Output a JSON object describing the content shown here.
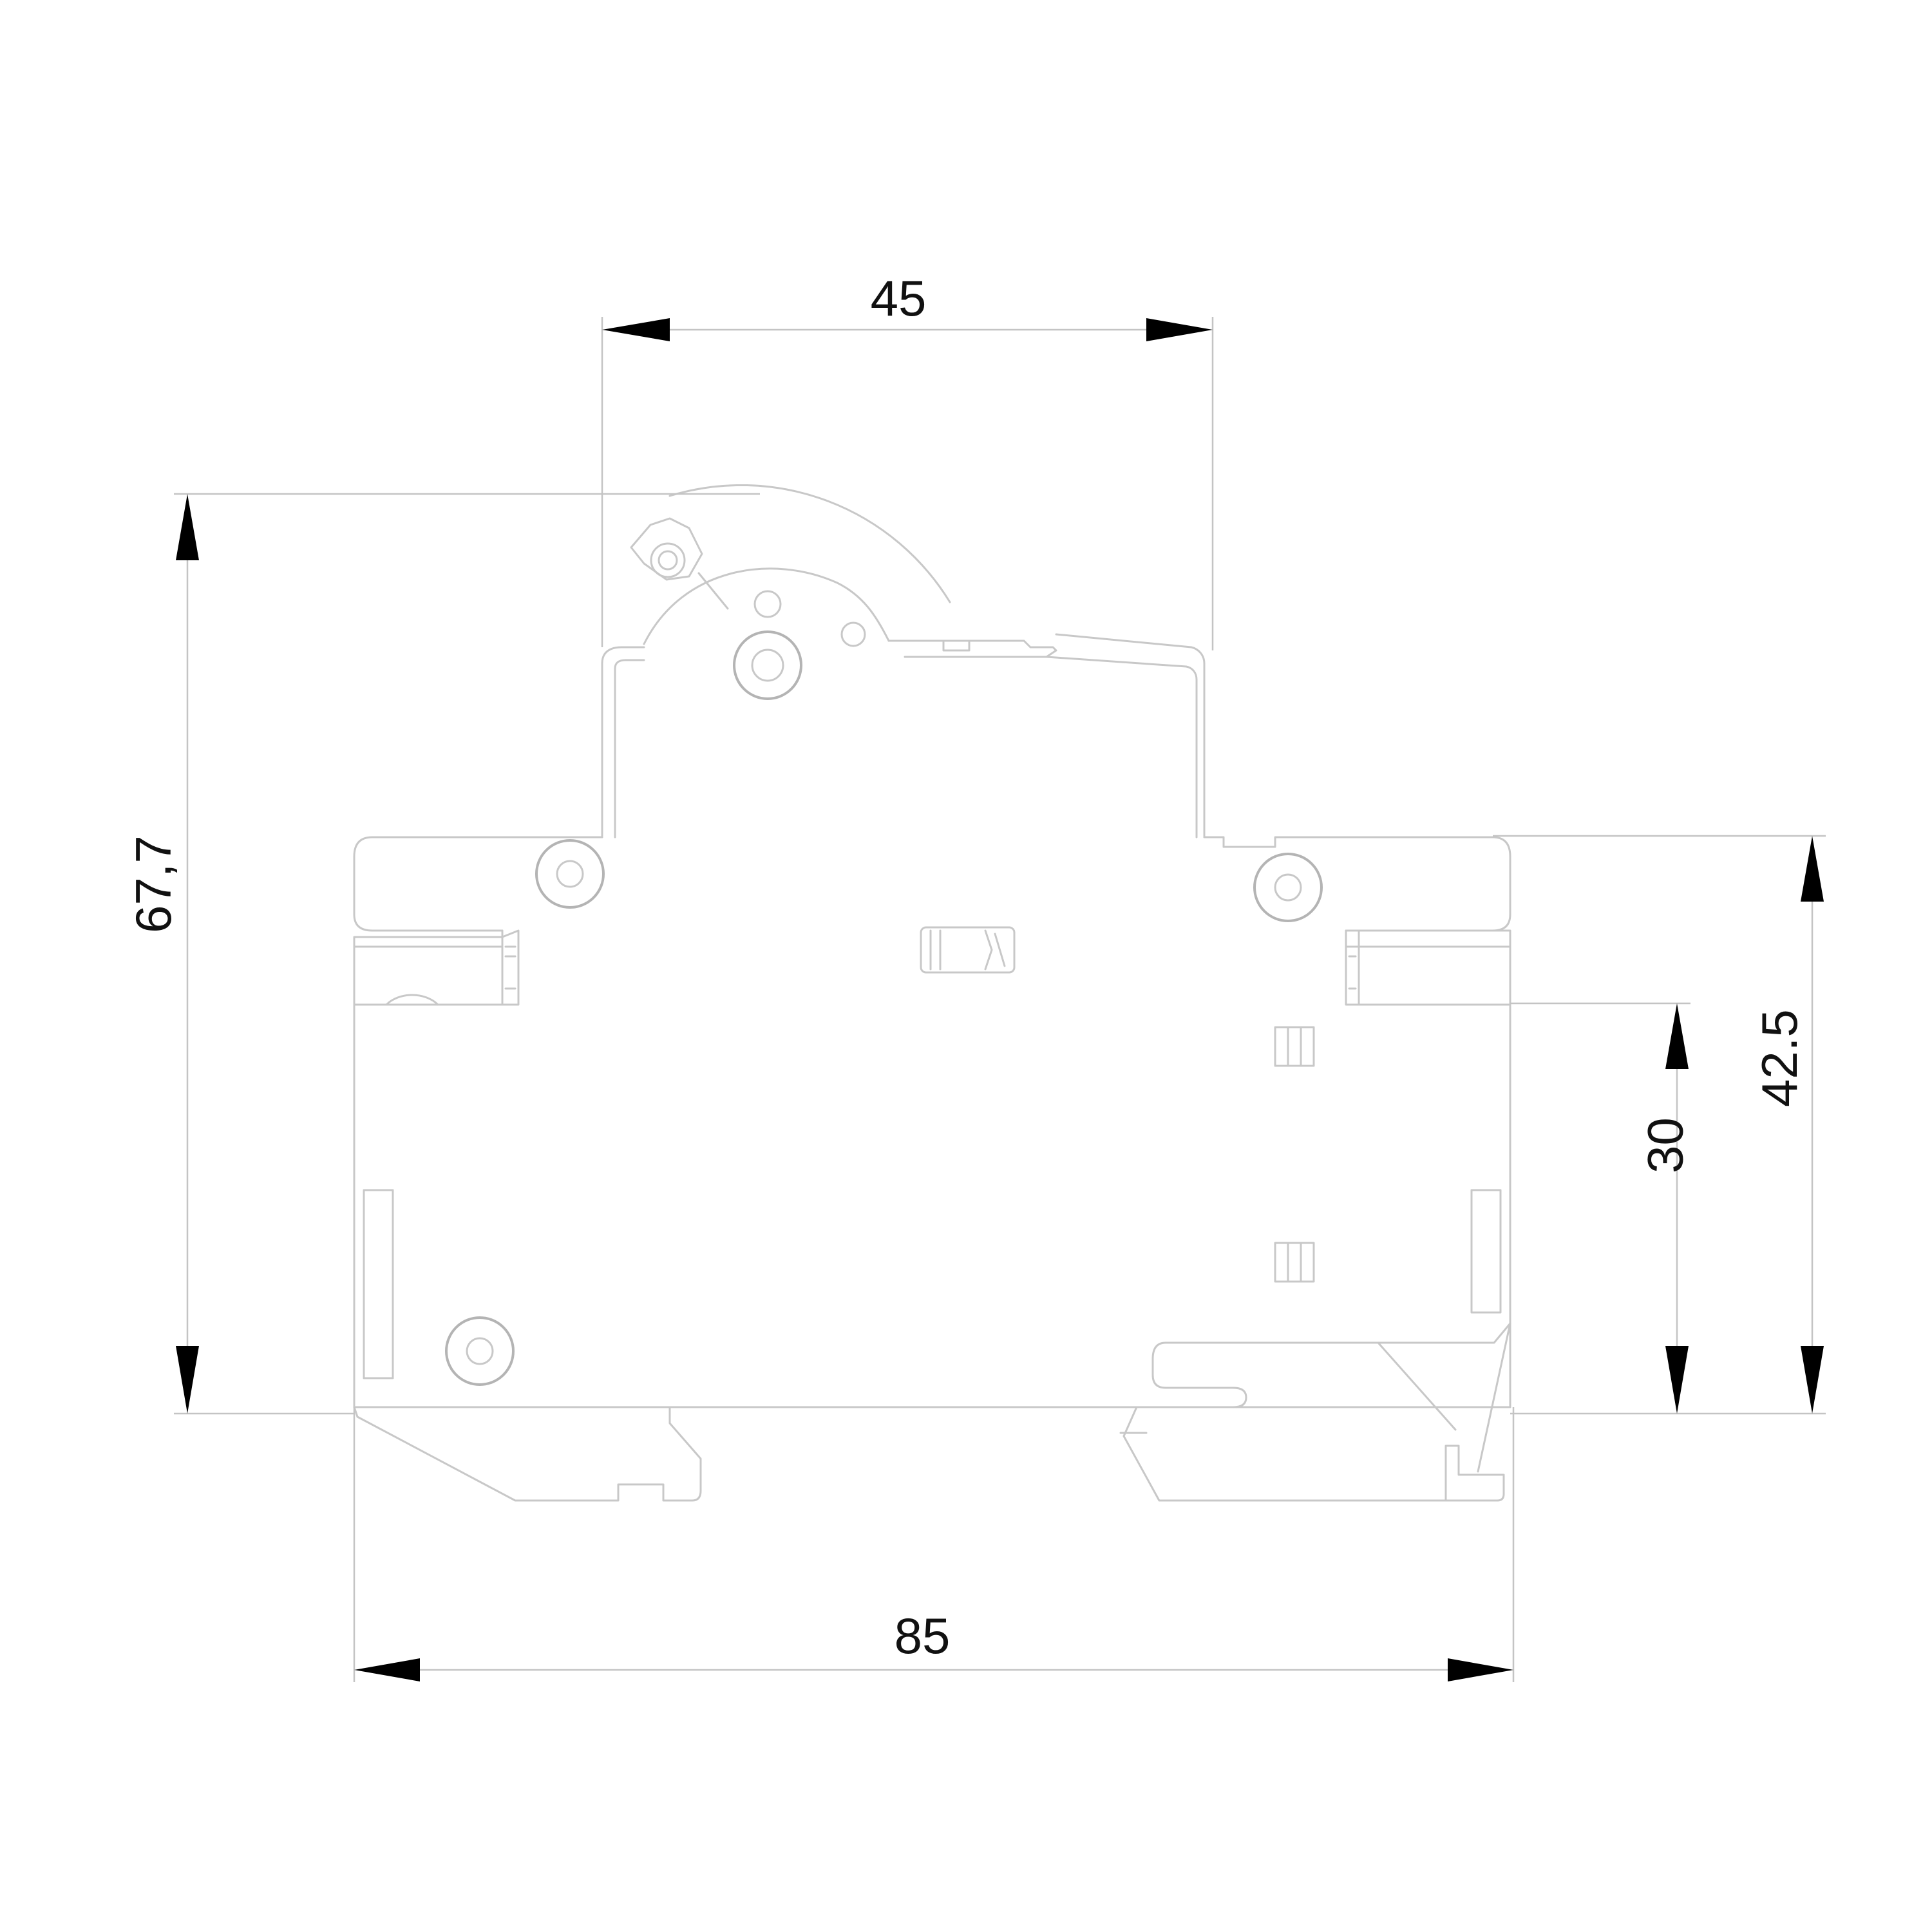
{
  "dimensions": {
    "handle_width": "45",
    "total_height": "67,7",
    "body_width": "85",
    "rail_height": "30",
    "body_height": "42.5"
  },
  "colors": {
    "outline": "#c8c8c8",
    "dimension_line": "#c4c4c4",
    "arrow": "#000000",
    "text": "#111111"
  }
}
